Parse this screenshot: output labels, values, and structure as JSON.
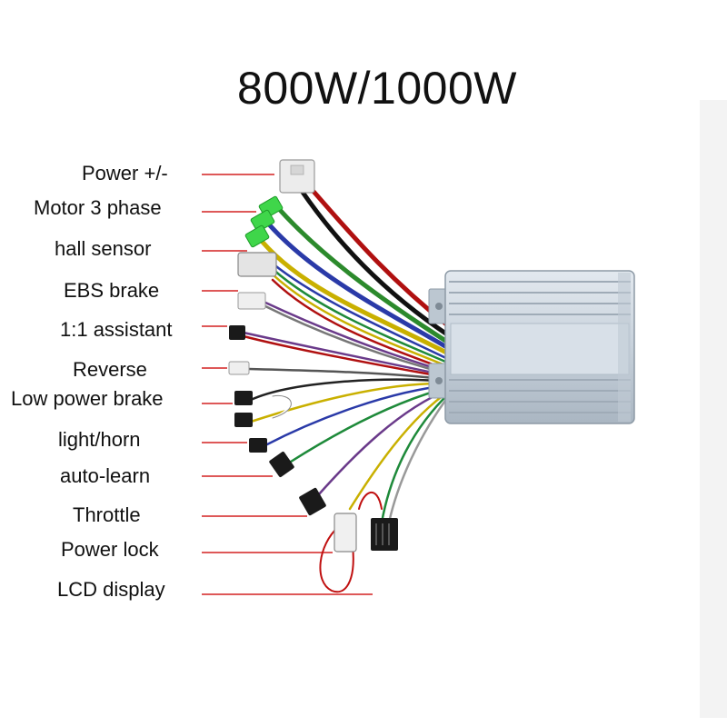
{
  "title": "800W/1000W",
  "labels": [
    "Power +/-",
    "Motor 3 phase",
    "hall sensor",
    "EBS brake",
    "1:1 assistant",
    "Reverse",
    "Low power brake",
    "light/horn",
    "auto-learn",
    "Throttle",
    "Power lock",
    "LCD display"
  ],
  "colors": {
    "leader_line": "#d42020",
    "controller_body": "#c9d3dd",
    "connector_white": "#e9e9e9",
    "connector_green": "#3fd64a",
    "connector_black": "#1a1a1a"
  }
}
